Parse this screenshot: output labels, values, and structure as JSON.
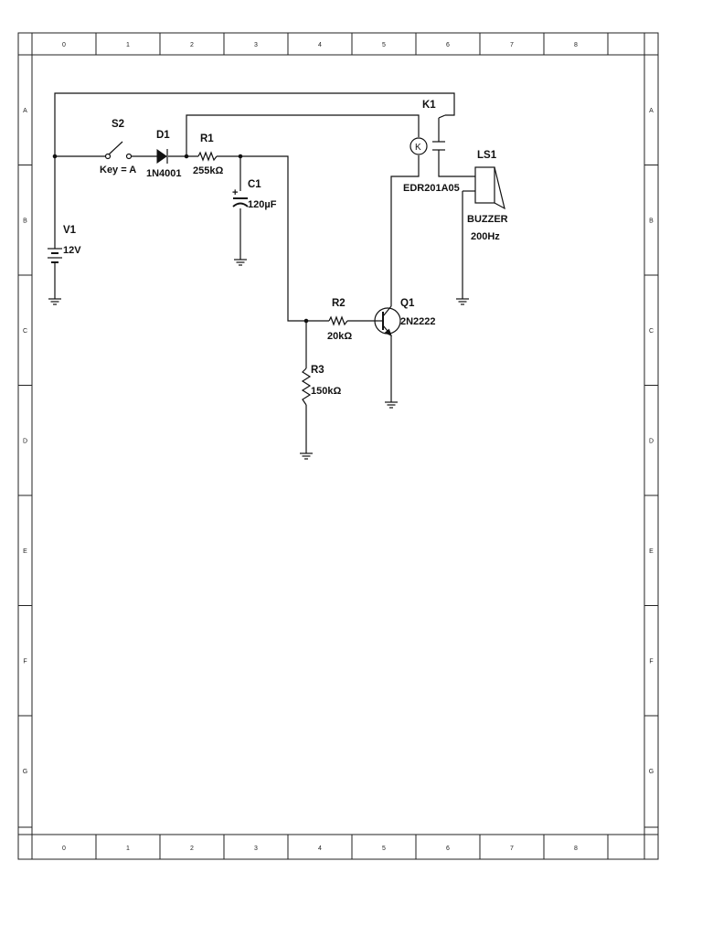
{
  "frame": {
    "columns": [
      "0",
      "1",
      "2",
      "3",
      "4",
      "5",
      "6",
      "7",
      "8"
    ],
    "rows": [
      "A",
      "B",
      "C",
      "D",
      "E",
      "F",
      "G"
    ]
  },
  "components": {
    "switch": {
      "ref": "S2",
      "value": "Key = A"
    },
    "diode": {
      "ref": "D1",
      "value": "1N4001"
    },
    "r1": {
      "ref": "R1",
      "value": "255kΩ"
    },
    "c1": {
      "ref": "C1",
      "value": "120µF",
      "polarity": "+"
    },
    "battery": {
      "ref": "V1",
      "value": "12V"
    },
    "relay": {
      "ref": "K1",
      "value": "EDR201A05",
      "coil_symbol": "K"
    },
    "buzzer": {
      "ref": "LS1",
      "value": "BUZZER",
      "freq": "200Hz"
    },
    "r2": {
      "ref": "R2",
      "value": "20kΩ"
    },
    "r3": {
      "ref": "R3",
      "value": "150kΩ"
    },
    "transistor": {
      "ref": "Q1",
      "value": "2N2222"
    }
  }
}
